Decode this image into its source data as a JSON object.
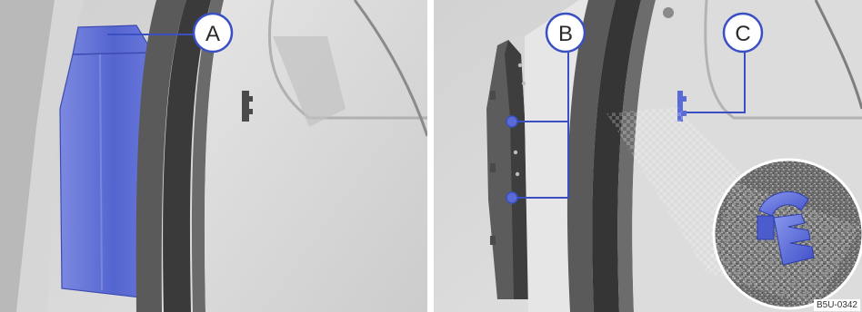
{
  "callouts": {
    "a": "A",
    "b": "B",
    "c": "C"
  },
  "figure_code": "B5U-0342",
  "colors": {
    "highlight_blue": "#5a6bd6",
    "callout_line": "#3b4fc4",
    "background_grey": "#d9d9d9",
    "seal_dark": "#3a3a3a"
  }
}
